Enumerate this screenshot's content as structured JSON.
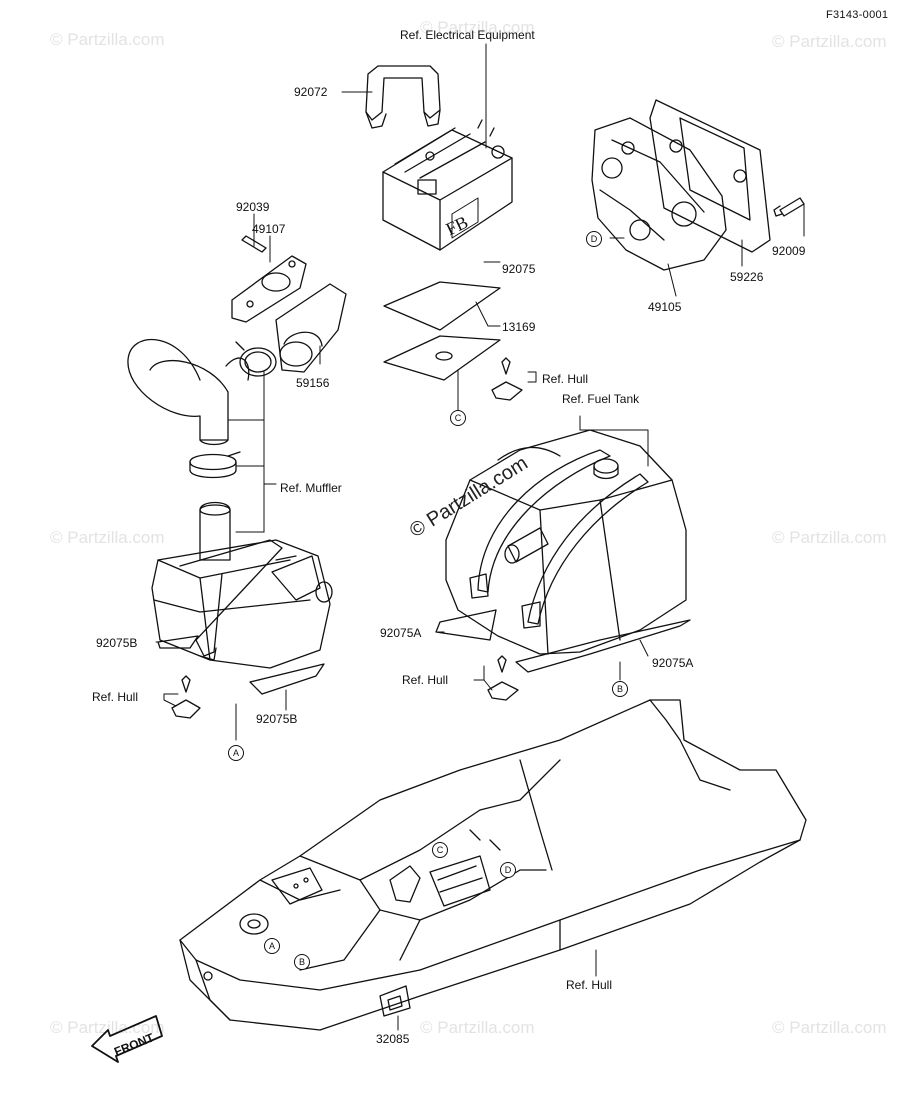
{
  "diagram_code": "F3143-0001",
  "watermarks": {
    "text": "© Partzilla.com",
    "center": "© Partzilla.com"
  },
  "labels": {
    "ref_electrical": "Ref. Electrical Equipment",
    "p92072": "92072",
    "p92039": "92039",
    "p49107": "49107",
    "p92075": "92075",
    "p13169": "13169",
    "p59156": "59156",
    "p92009": "92009",
    "p59226": "59226",
    "p49105": "49105",
    "ref_hull_1": "Ref. Hull",
    "ref_fuel_tank": "Ref. Fuel Tank",
    "ref_muffler": "Ref. Muffler",
    "p92075A_left": "92075A",
    "p92075A_right": "92075A",
    "p92075B_left": "92075B",
    "p92075B_bottom": "92075B",
    "ref_hull_2": "Ref. Hull",
    "ref_hull_3": "Ref. Hull",
    "ref_hull_4": "Ref. Hull",
    "p32085": "32085",
    "front": "FRONT",
    "battery_text": "FB"
  },
  "ref_markers": {
    "A": "A",
    "B": "B",
    "C": "C",
    "D": "D"
  }
}
